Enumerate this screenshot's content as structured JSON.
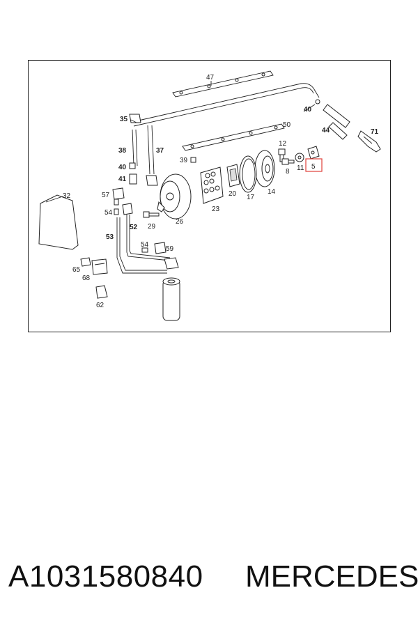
{
  "diagram": {
    "callouts": {
      "c47": "47",
      "c40a": "40",
      "c44": "44",
      "c71": "71",
      "c35": "35",
      "c50": "50",
      "c38": "38",
      "c37": "37",
      "c39": "39",
      "c12": "12",
      "c40b": "40",
      "c41": "41",
      "c8": "8",
      "c11": "11",
      "c5": "5",
      "c32": "32",
      "c57": "57",
      "c20": "20",
      "c17": "17",
      "c14": "14",
      "c54a": "54",
      "c23": "23",
      "c52": "52",
      "c29": "29",
      "c26": "26",
      "c53": "53",
      "c54b": "54",
      "c59": "59",
      "c65": "65",
      "c68": "68",
      "c62": "62"
    },
    "highlight_color": "#e0403a"
  },
  "footer": {
    "part_number": "A1031580840",
    "brand": "MERCEDES"
  }
}
